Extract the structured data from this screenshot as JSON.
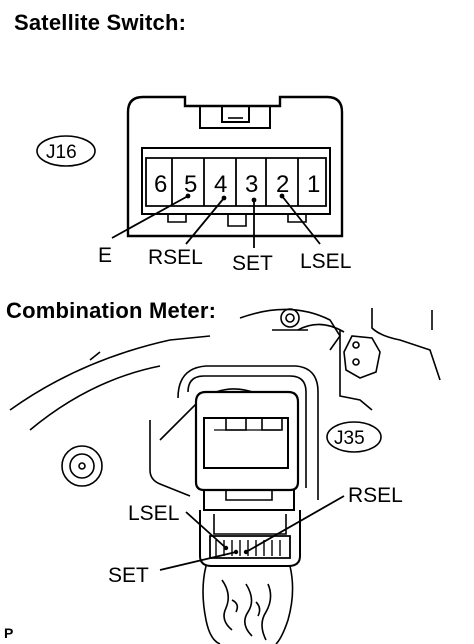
{
  "top_section": {
    "heading": "Satellite Switch:",
    "connector_id": "J16",
    "pins": [
      "6",
      "5",
      "4",
      "3",
      "2",
      "1"
    ],
    "labels": {
      "e": "E",
      "rsel": "RSEL",
      "set": "SET",
      "lsel": "LSEL"
    }
  },
  "bottom_section": {
    "heading": "Combination Meter:",
    "connector_id": "J35",
    "labels": {
      "lsel": "LSEL",
      "rsel": "RSEL",
      "set": "SET"
    }
  },
  "corner_mark": "P"
}
